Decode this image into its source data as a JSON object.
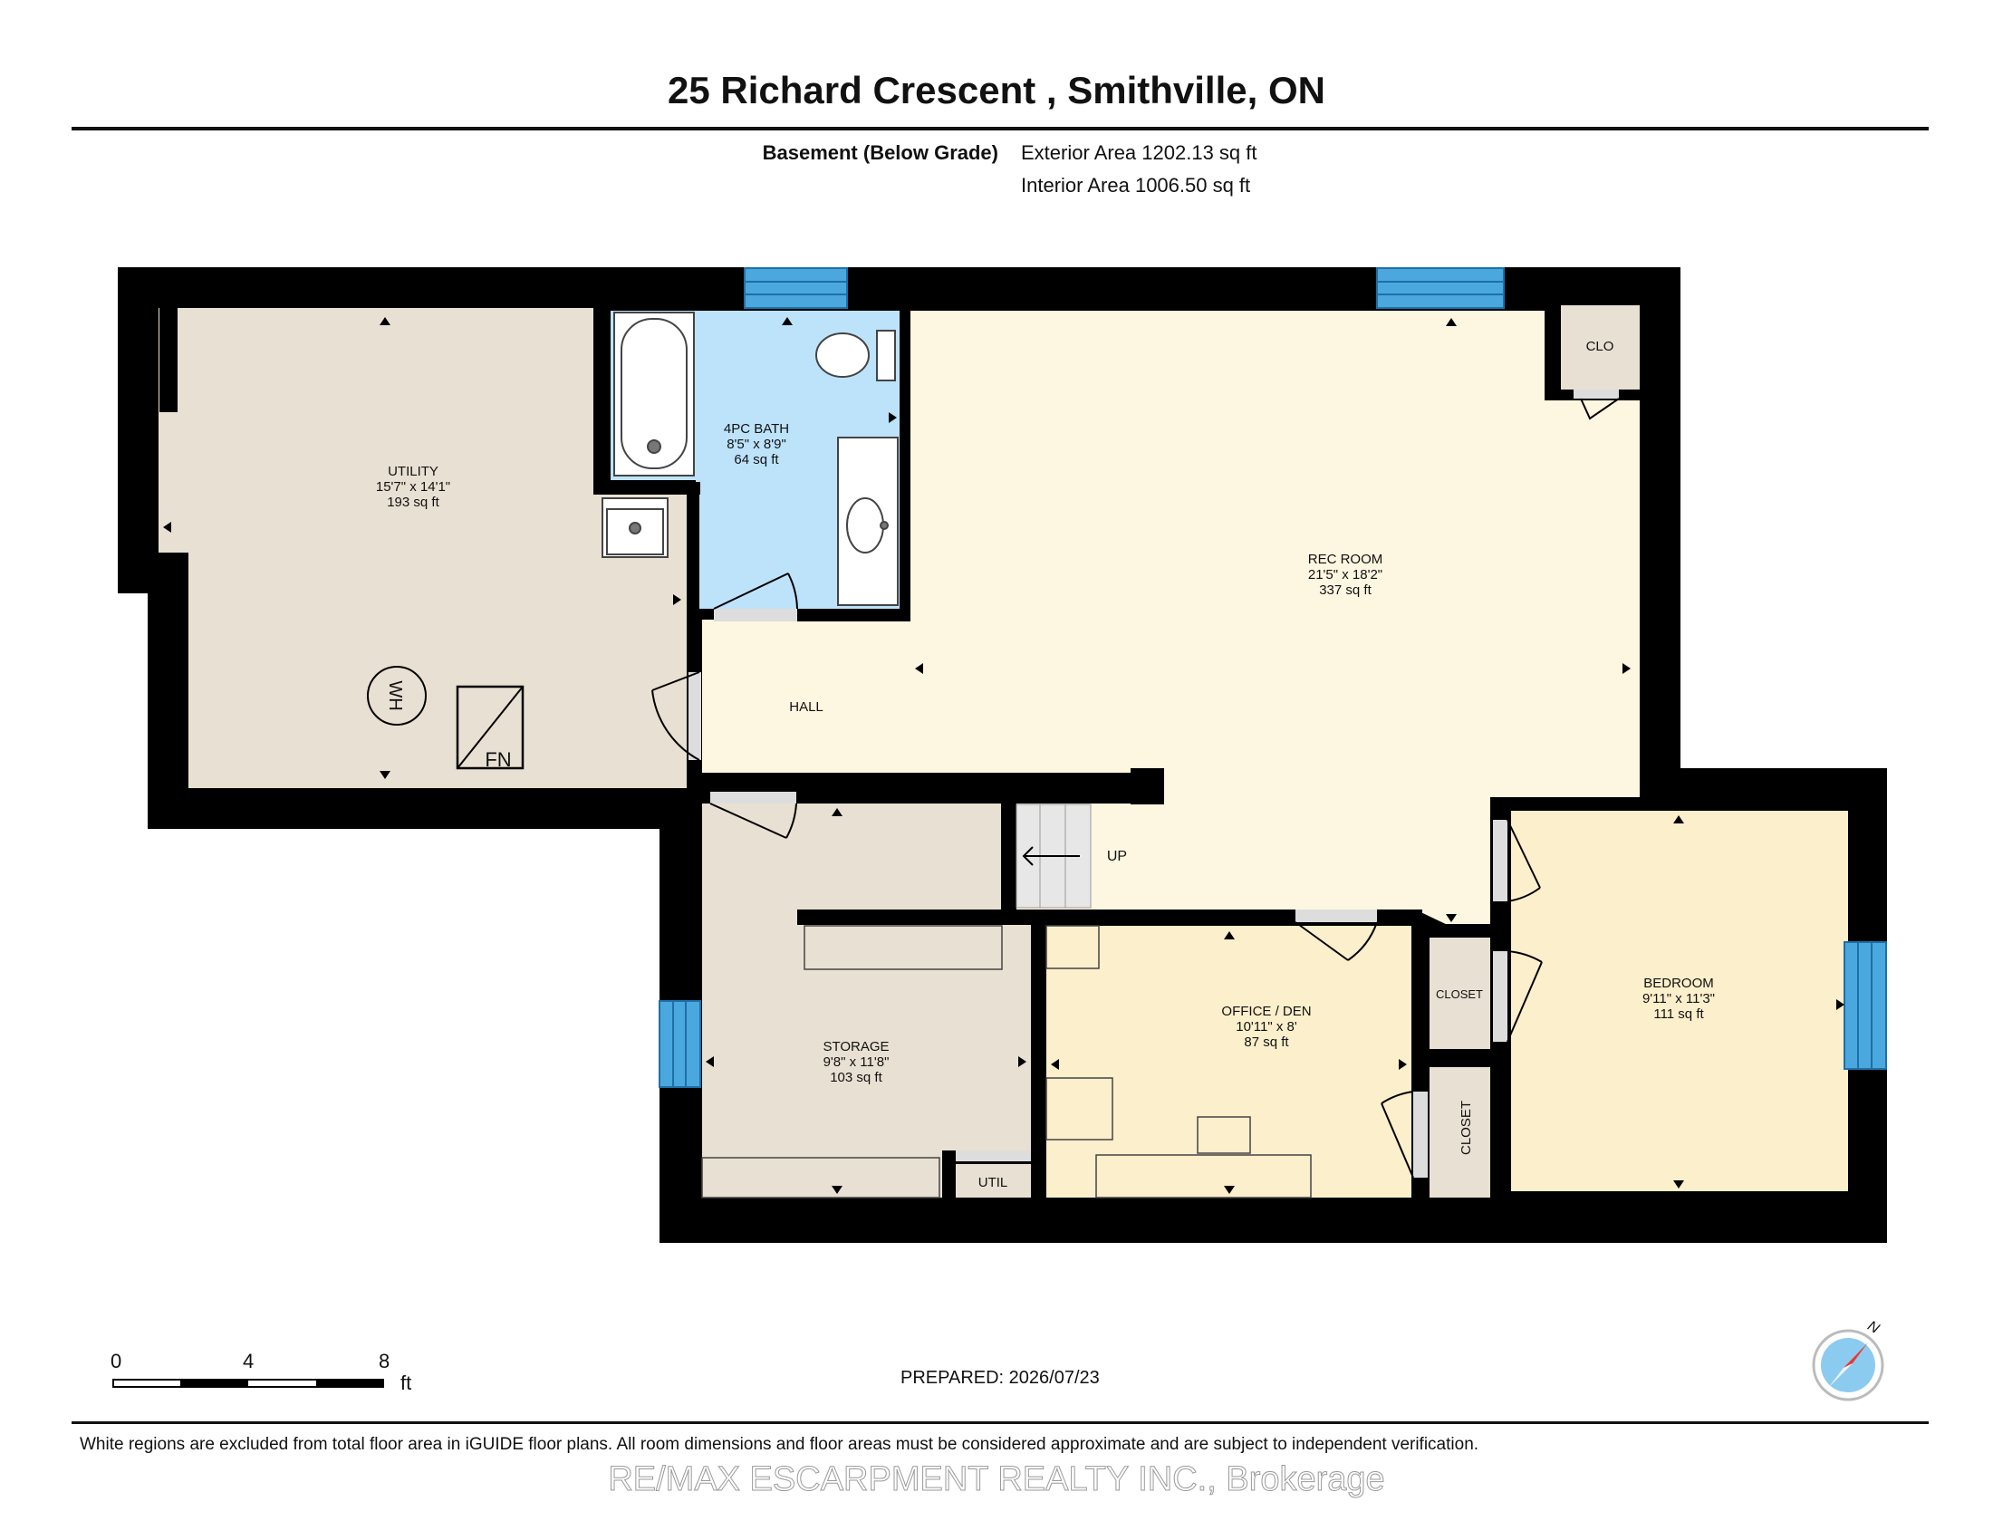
{
  "header": {
    "title": "25 Richard Crescent , Smithville, ON",
    "level": "Basement (Below Grade)",
    "exterior_area": "Exterior Area 1202.13 sq ft",
    "interior_area": "Interior Area 1006.50 sq ft"
  },
  "rooms": {
    "utility": {
      "name": "UTILITY",
      "dims": "15'7\" x 14'1\"",
      "area": "193 sq ft"
    },
    "bath": {
      "name": "4PC BATH",
      "dims": "8'5\" x 8'9\"",
      "area": "64 sq ft"
    },
    "rec": {
      "name": "REC ROOM",
      "dims": "21'5\" x 18'2\"",
      "area": "337 sq ft"
    },
    "hall": {
      "name": "HALL"
    },
    "clo": {
      "name": "CLO"
    },
    "storage": {
      "name": "STORAGE",
      "dims": "9'8\" x 11'8\"",
      "area": "103 sq ft"
    },
    "office": {
      "name": "OFFICE / DEN",
      "dims": "10'11\" x 8'",
      "area": "87 sq ft"
    },
    "bedroom": {
      "name": "BEDROOM",
      "dims": "9'11\" x 11'3\"",
      "area": "111 sq ft"
    },
    "closet1": {
      "name": "CLOSET"
    },
    "closet2": {
      "name": "CLOSET"
    },
    "util": {
      "name": "UTIL"
    }
  },
  "fixtures": {
    "water_heater": "WH",
    "furnace": "FN",
    "stairs": "UP"
  },
  "scale": {
    "ticks": [
      "0",
      "4",
      "8"
    ],
    "unit": "ft"
  },
  "compass": {
    "north": "N"
  },
  "prepared": "PREPARED: 2026/07/23",
  "footnote": "White regions are excluded from total floor area in iGUIDE floor plans. All room dimensions and floor areas must be considered approximate and are subject to independent verification.",
  "watermark": "RE/MAX ESCARPMENT REALTY INC., Brokerage",
  "colors": {
    "wall": "#000000",
    "utility_floor": "#e8e0d2",
    "bath_floor": "#bde3fb",
    "rec_floor": "#fdf6e1",
    "office_floor": "#fcefcb",
    "bedroom_floor": "#fcefcb",
    "window": "#4aa8de"
  }
}
